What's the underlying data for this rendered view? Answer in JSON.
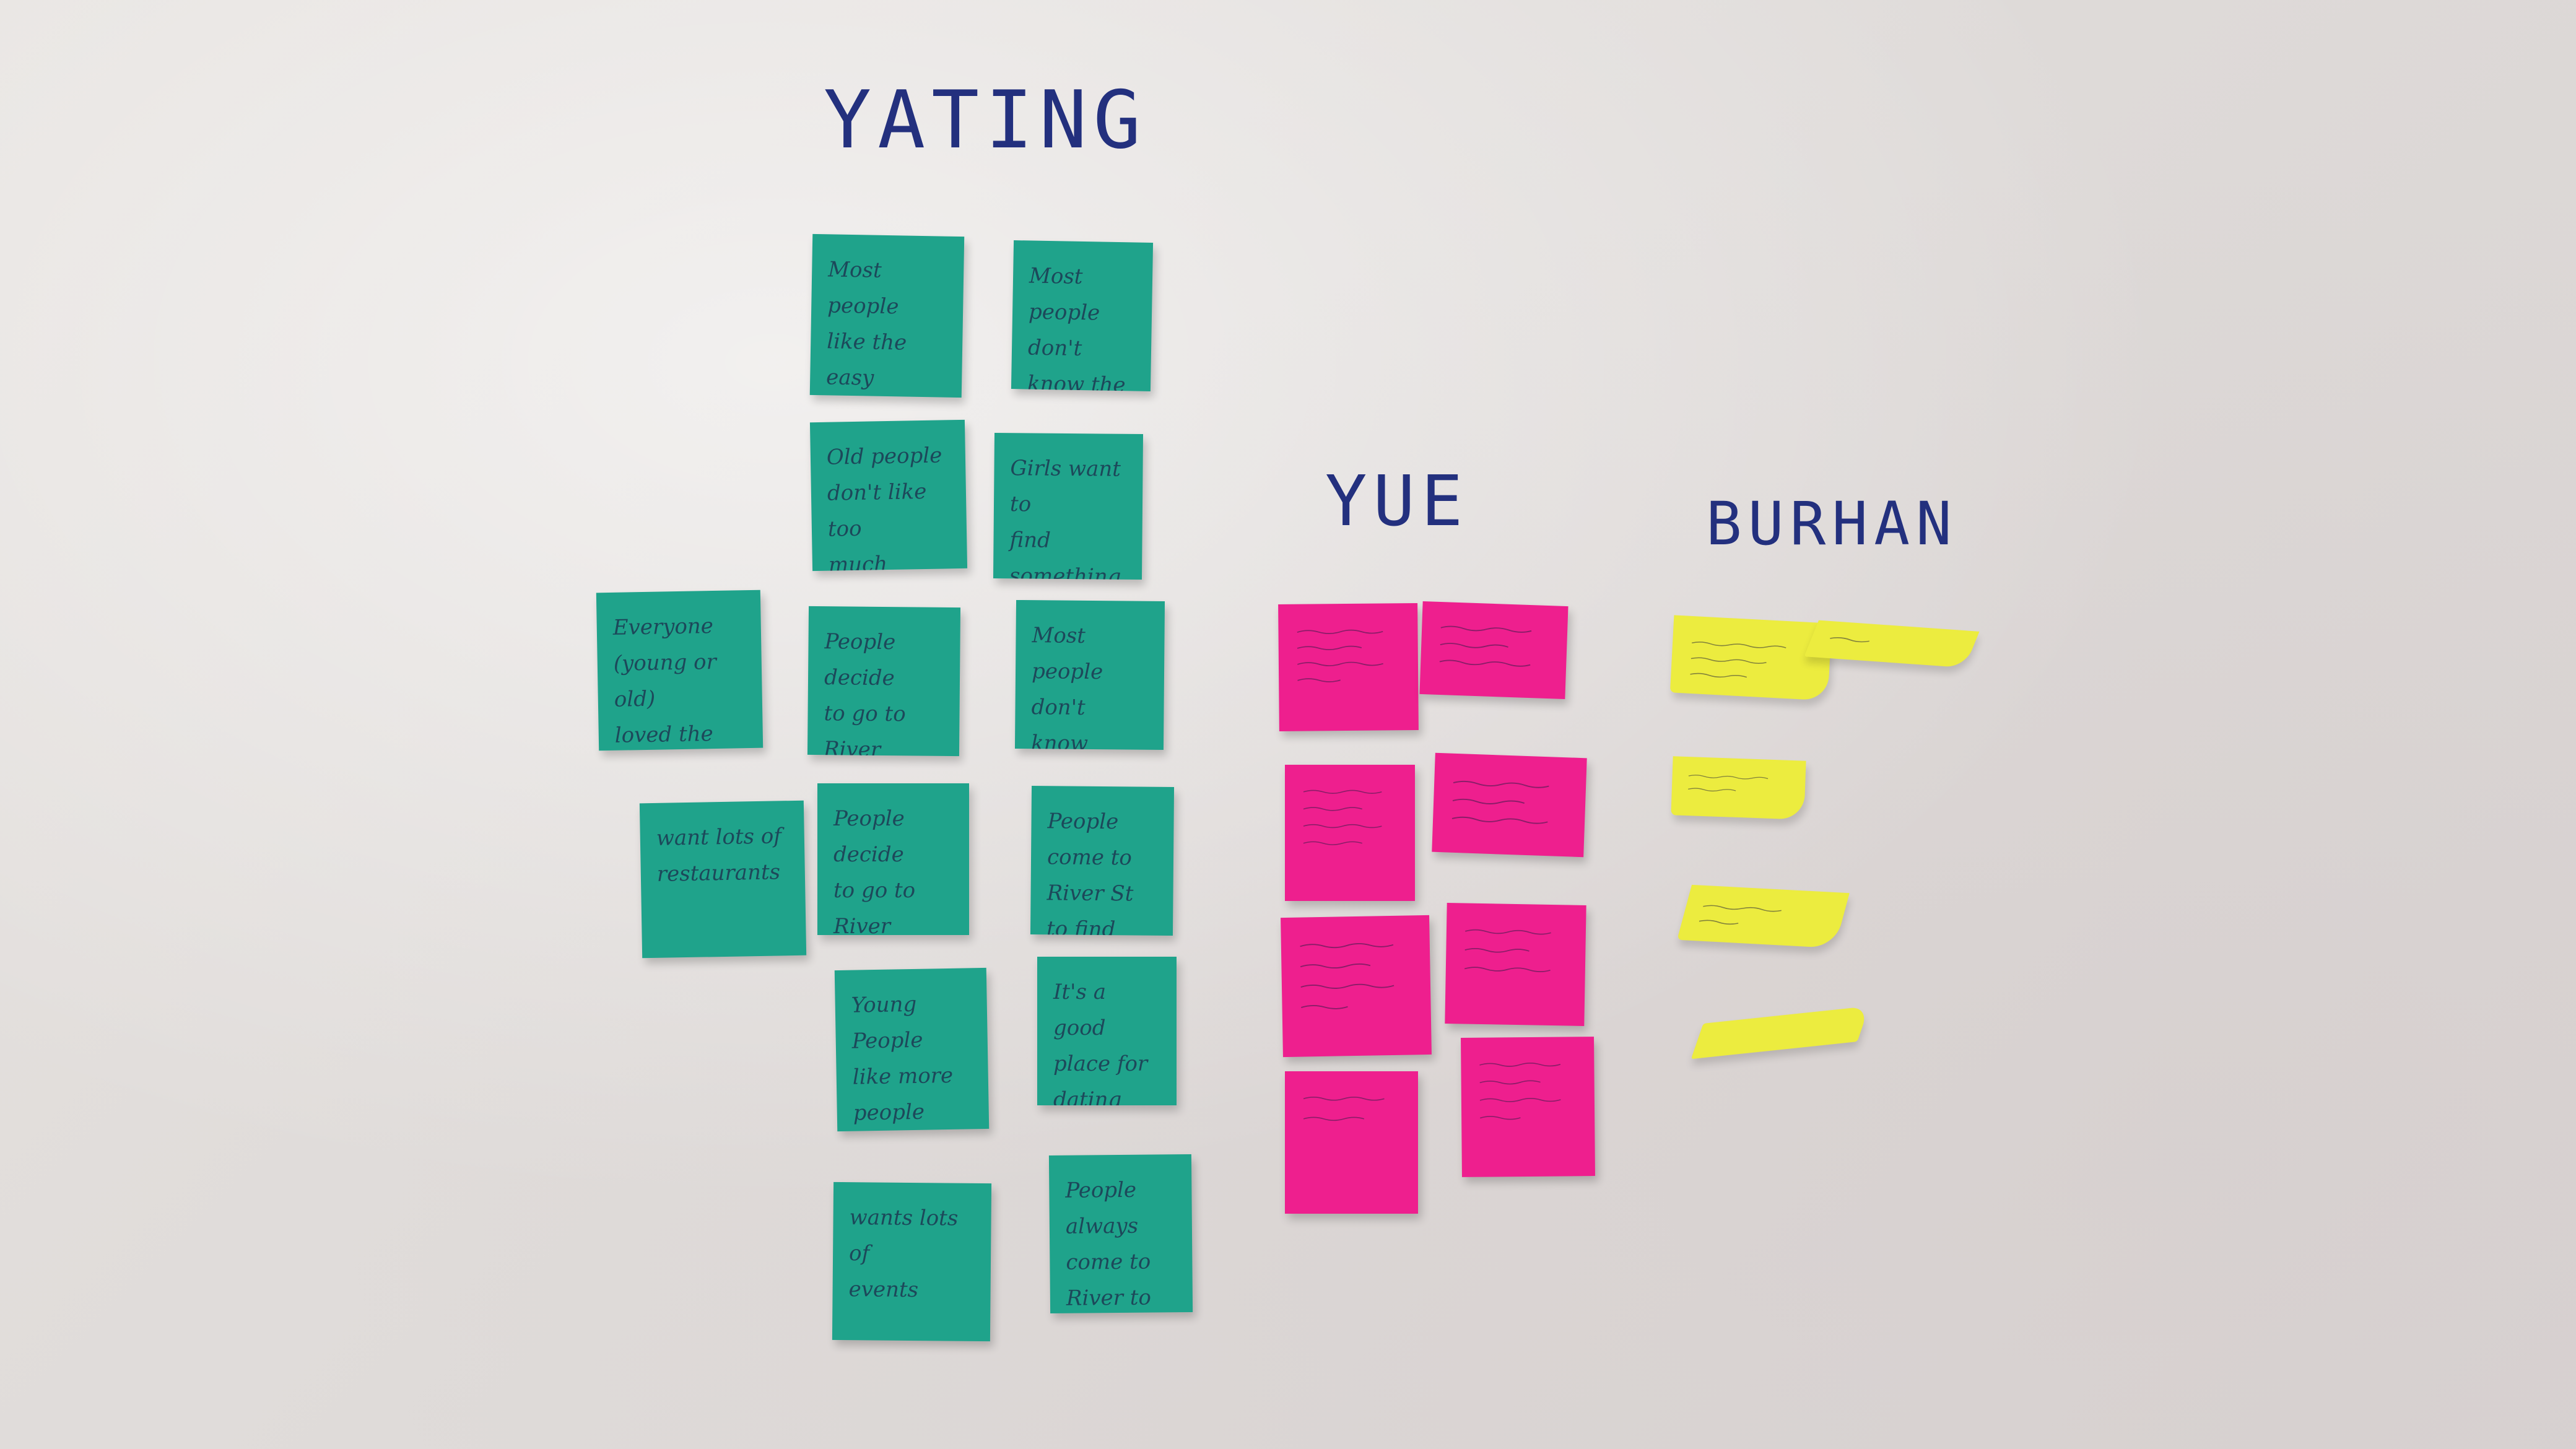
{
  "board": {
    "headings": {
      "yating": "YATING",
      "yue": "YUE",
      "burhan": "BURHAN"
    },
    "notes": {
      "t1": "Most people\nlike the easy\naccess to River\nSt\n(Parking)",
      "t2": "Most people\ndon't know the\nevents in River\nSt",
      "t3": "Old people\ndon't like too\nmuch people there,\nit's crowded",
      "t4": "Girls want to\nfind something\nromantic",
      "t5": "Everyone\n(young or old)\nloved the\neat on River St",
      "t6": "People decide\nto go to River\nSt depend on\nhow many people there",
      "t7": "Most people don't\nknow there is a\nwebsite of River\nSt",
      "t8": "want lots of\nrestaurants",
      "t9": "People decide\nto go to River\nSt depend on\nweather",
      "t10": "People come to\nRiver St to find\nSome seafood food",
      "t11": "Young People\nlike more people\nthere\n(For party?\nFor drink?)",
      "t12": "It's a good\nplace for\ndating",
      "t13": "wants lots of\nevents",
      "t14": "People always\ncome to River to\nvisit friends or\nfamily"
    }
  },
  "colors": {
    "teal": "#1fa38b",
    "pink": "#ee1f8e",
    "yellow": "#ecec3f",
    "marker_blue": "#23307e"
  }
}
